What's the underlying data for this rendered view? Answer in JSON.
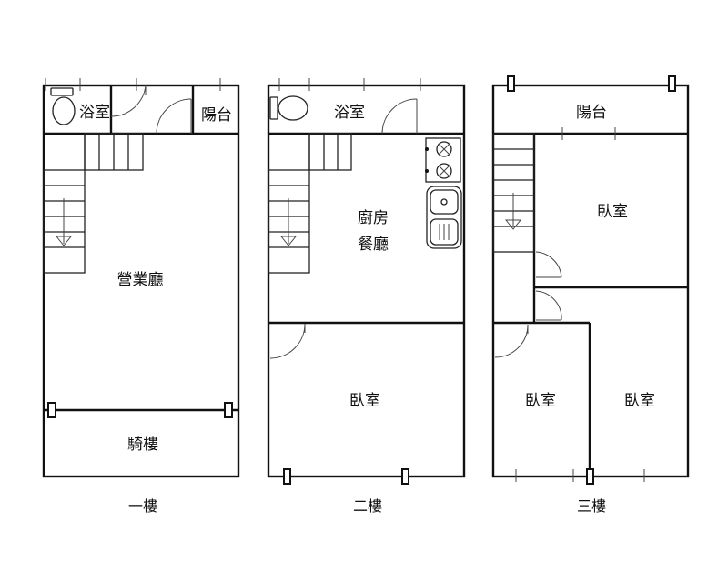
{
  "floors": [
    {
      "caption": "一樓",
      "rooms": {
        "bathroom": "浴室",
        "balcony": "陽台",
        "business_hall": "營業廳",
        "arcade": "騎樓"
      }
    },
    {
      "caption": "二樓",
      "rooms": {
        "bathroom": "浴室",
        "kitchen": "廚房",
        "dining": "餐廳",
        "bedroom": "臥室"
      }
    },
    {
      "caption": "三樓",
      "rooms": {
        "balcony": "陽台",
        "bedroom_top": "臥室",
        "bedroom_left": "臥室",
        "bedroom_right": "臥室"
      }
    }
  ],
  "icons": [
    "toilet-icon",
    "door-swing-icon",
    "stairs-icon",
    "stove-icon",
    "sink-icon",
    "window-mark-icon"
  ]
}
